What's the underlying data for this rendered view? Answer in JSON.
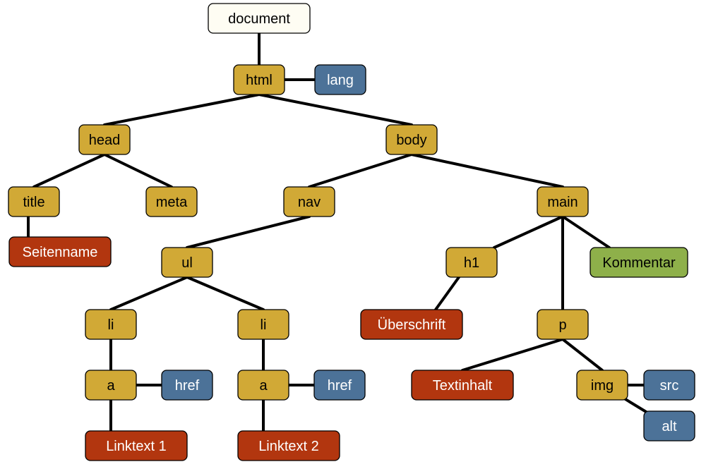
{
  "colors": {
    "root": "#FEFDF3",
    "element": "#D1A936",
    "attribute": "#4C7298",
    "text": "#B2360F",
    "comment": "#8EB04A",
    "dark_label": "#000000",
    "light_label": "#FFFFFF"
  },
  "nodes": {
    "document": {
      "label": "document",
      "kind": "root"
    },
    "html": {
      "label": "html",
      "kind": "element"
    },
    "lang": {
      "label": "lang",
      "kind": "attribute"
    },
    "head": {
      "label": "head",
      "kind": "element"
    },
    "body": {
      "label": "body",
      "kind": "element"
    },
    "title": {
      "label": "title",
      "kind": "element"
    },
    "meta": {
      "label": "meta",
      "kind": "element"
    },
    "seitenname": {
      "label": "Seitenname",
      "kind": "text"
    },
    "nav": {
      "label": "nav",
      "kind": "element"
    },
    "main": {
      "label": "main",
      "kind": "element"
    },
    "ul": {
      "label": "ul",
      "kind": "element"
    },
    "li1": {
      "label": "li",
      "kind": "element"
    },
    "li2": {
      "label": "li",
      "kind": "element"
    },
    "a1": {
      "label": "a",
      "kind": "element"
    },
    "a2": {
      "label": "a",
      "kind": "element"
    },
    "href1": {
      "label": "href",
      "kind": "attribute"
    },
    "href2": {
      "label": "href",
      "kind": "attribute"
    },
    "linktext1": {
      "label": "Linktext 1",
      "kind": "text"
    },
    "linktext2": {
      "label": "Linktext 2",
      "kind": "text"
    },
    "h1": {
      "label": "h1",
      "kind": "element"
    },
    "ueberschrift": {
      "label": "Überschrift",
      "kind": "text"
    },
    "p": {
      "label": "p",
      "kind": "element"
    },
    "kommentar": {
      "label": "Kommentar",
      "kind": "comment"
    },
    "textinhalt": {
      "label": "Textinhalt",
      "kind": "text"
    },
    "img": {
      "label": "img",
      "kind": "element"
    },
    "src": {
      "label": "src",
      "kind": "attribute"
    },
    "alt": {
      "label": "alt",
      "kind": "attribute"
    }
  },
  "edges": [
    [
      "document",
      "html"
    ],
    [
      "html",
      "lang"
    ],
    [
      "html",
      "head"
    ],
    [
      "html",
      "body"
    ],
    [
      "head",
      "title"
    ],
    [
      "head",
      "meta"
    ],
    [
      "title",
      "seitenname"
    ],
    [
      "body",
      "nav"
    ],
    [
      "body",
      "main"
    ],
    [
      "nav",
      "ul"
    ],
    [
      "ul",
      "li1"
    ],
    [
      "ul",
      "li2"
    ],
    [
      "li1",
      "a1"
    ],
    [
      "li2",
      "a2"
    ],
    [
      "a1",
      "href1"
    ],
    [
      "a2",
      "href2"
    ],
    [
      "a1",
      "linktext1"
    ],
    [
      "a2",
      "linktext2"
    ],
    [
      "main",
      "h1"
    ],
    [
      "main",
      "p"
    ],
    [
      "main",
      "kommentar"
    ],
    [
      "h1",
      "ueberschrift"
    ],
    [
      "p",
      "textinhalt"
    ],
    [
      "p",
      "img"
    ],
    [
      "img",
      "src"
    ],
    [
      "img",
      "alt"
    ]
  ]
}
